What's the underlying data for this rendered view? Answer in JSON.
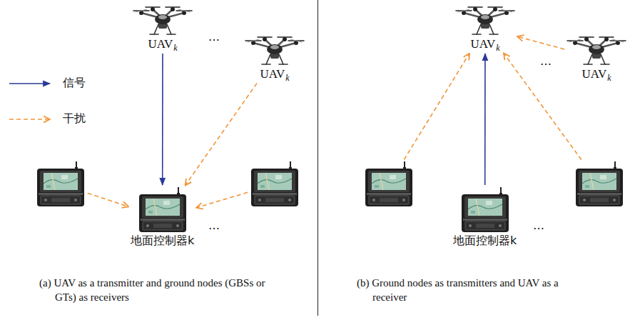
{
  "diagram": {
    "nodes": [
      {
        "text": [
          "UAV",
          "k"
        ]
      },
      {
        "text": [
          "UAV",
          "k"
        ]
      },
      {
        "text": []
      },
      {
        "text": [
          "地面控制器k"
        ]
      },
      {
        "text": []
      },
      {
        "text": [
          "UAV",
          "k"
        ]
      },
      {
        "text": [
          "UAV",
          "k"
        ]
      },
      {
        "text": []
      },
      {
        "text": [
          "地面控制器k"
        ]
      },
      {
        "text": []
      }
    ],
    "edges": [
      {
        "from": 0,
        "to": 3,
        "arrow": "to"
      },
      {
        "from": 1,
        "to": 3,
        "arrow": "to"
      },
      {
        "from": 2,
        "to": 3,
        "arrow": "to"
      },
      {
        "from": 4,
        "to": 3,
        "arrow": "to"
      },
      {
        "from": 8,
        "to": 5,
        "arrow": "to"
      },
      {
        "from": 7,
        "to": 5,
        "arrow": "to"
      },
      {
        "from": 9,
        "to": 5,
        "arrow": "to"
      },
      {
        "from": 6,
        "to": 5,
        "arrow": "to"
      }
    ],
    "labels": [
      "…",
      "…",
      "(a) UAV as a transmitter and ground nodes (GBSs or GTs) as receivers",
      "…",
      "…",
      "(b) Ground nodes as transmitters and UAV as a receiver"
    ],
    "legend": [
      {
        "text": "信号"
      },
      {
        "text": "干扰"
      }
    ]
  }
}
